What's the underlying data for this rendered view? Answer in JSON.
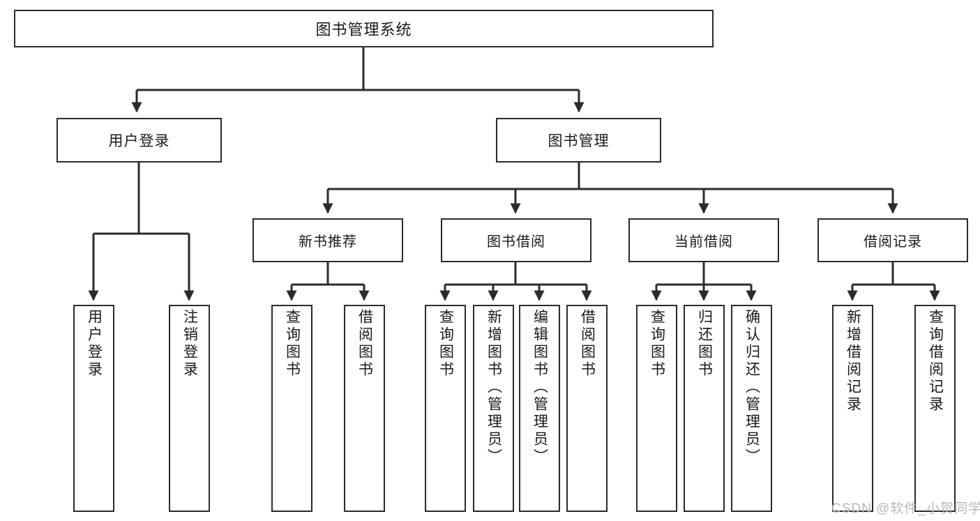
{
  "diagram": {
    "type": "tree",
    "title": "图书管理系统",
    "root": {
      "label": "图书管理系统"
    },
    "level2": [
      {
        "label": "用户登录"
      },
      {
        "label": "图书管理"
      }
    ],
    "level3": [
      {
        "label": "新书推荐"
      },
      {
        "label": "图书借阅"
      },
      {
        "label": "当前借阅"
      },
      {
        "label": "借阅记录"
      }
    ],
    "leaves": {
      "user_login": [
        {
          "label": "用户登录"
        },
        {
          "label": "注销登录"
        }
      ],
      "new_book_recommend": [
        {
          "label": "查询图书"
        },
        {
          "label": "借阅图书"
        }
      ],
      "book_borrow": [
        {
          "label": "查询图书"
        },
        {
          "label": "新增图书（管理员）"
        },
        {
          "label": "编辑图书（管理员）"
        },
        {
          "label": "借阅图书"
        }
      ],
      "current_borrow": [
        {
          "label": "查询图书"
        },
        {
          "label": "归还图书"
        },
        {
          "label": "确认归还（管理员）"
        }
      ],
      "borrow_records": [
        {
          "label": "新增借阅记录"
        },
        {
          "label": "查询借阅记录"
        }
      ]
    }
  },
  "watermark": {
    "text": "CSDN @软件_小贺同学"
  },
  "colors": {
    "box_border": "#2b2b2b",
    "box_fill": "#ffffff",
    "text": "#1a1a1a",
    "connector": "#2b2b2b",
    "watermark": "#b9b9b9",
    "background": "#ffffff"
  }
}
